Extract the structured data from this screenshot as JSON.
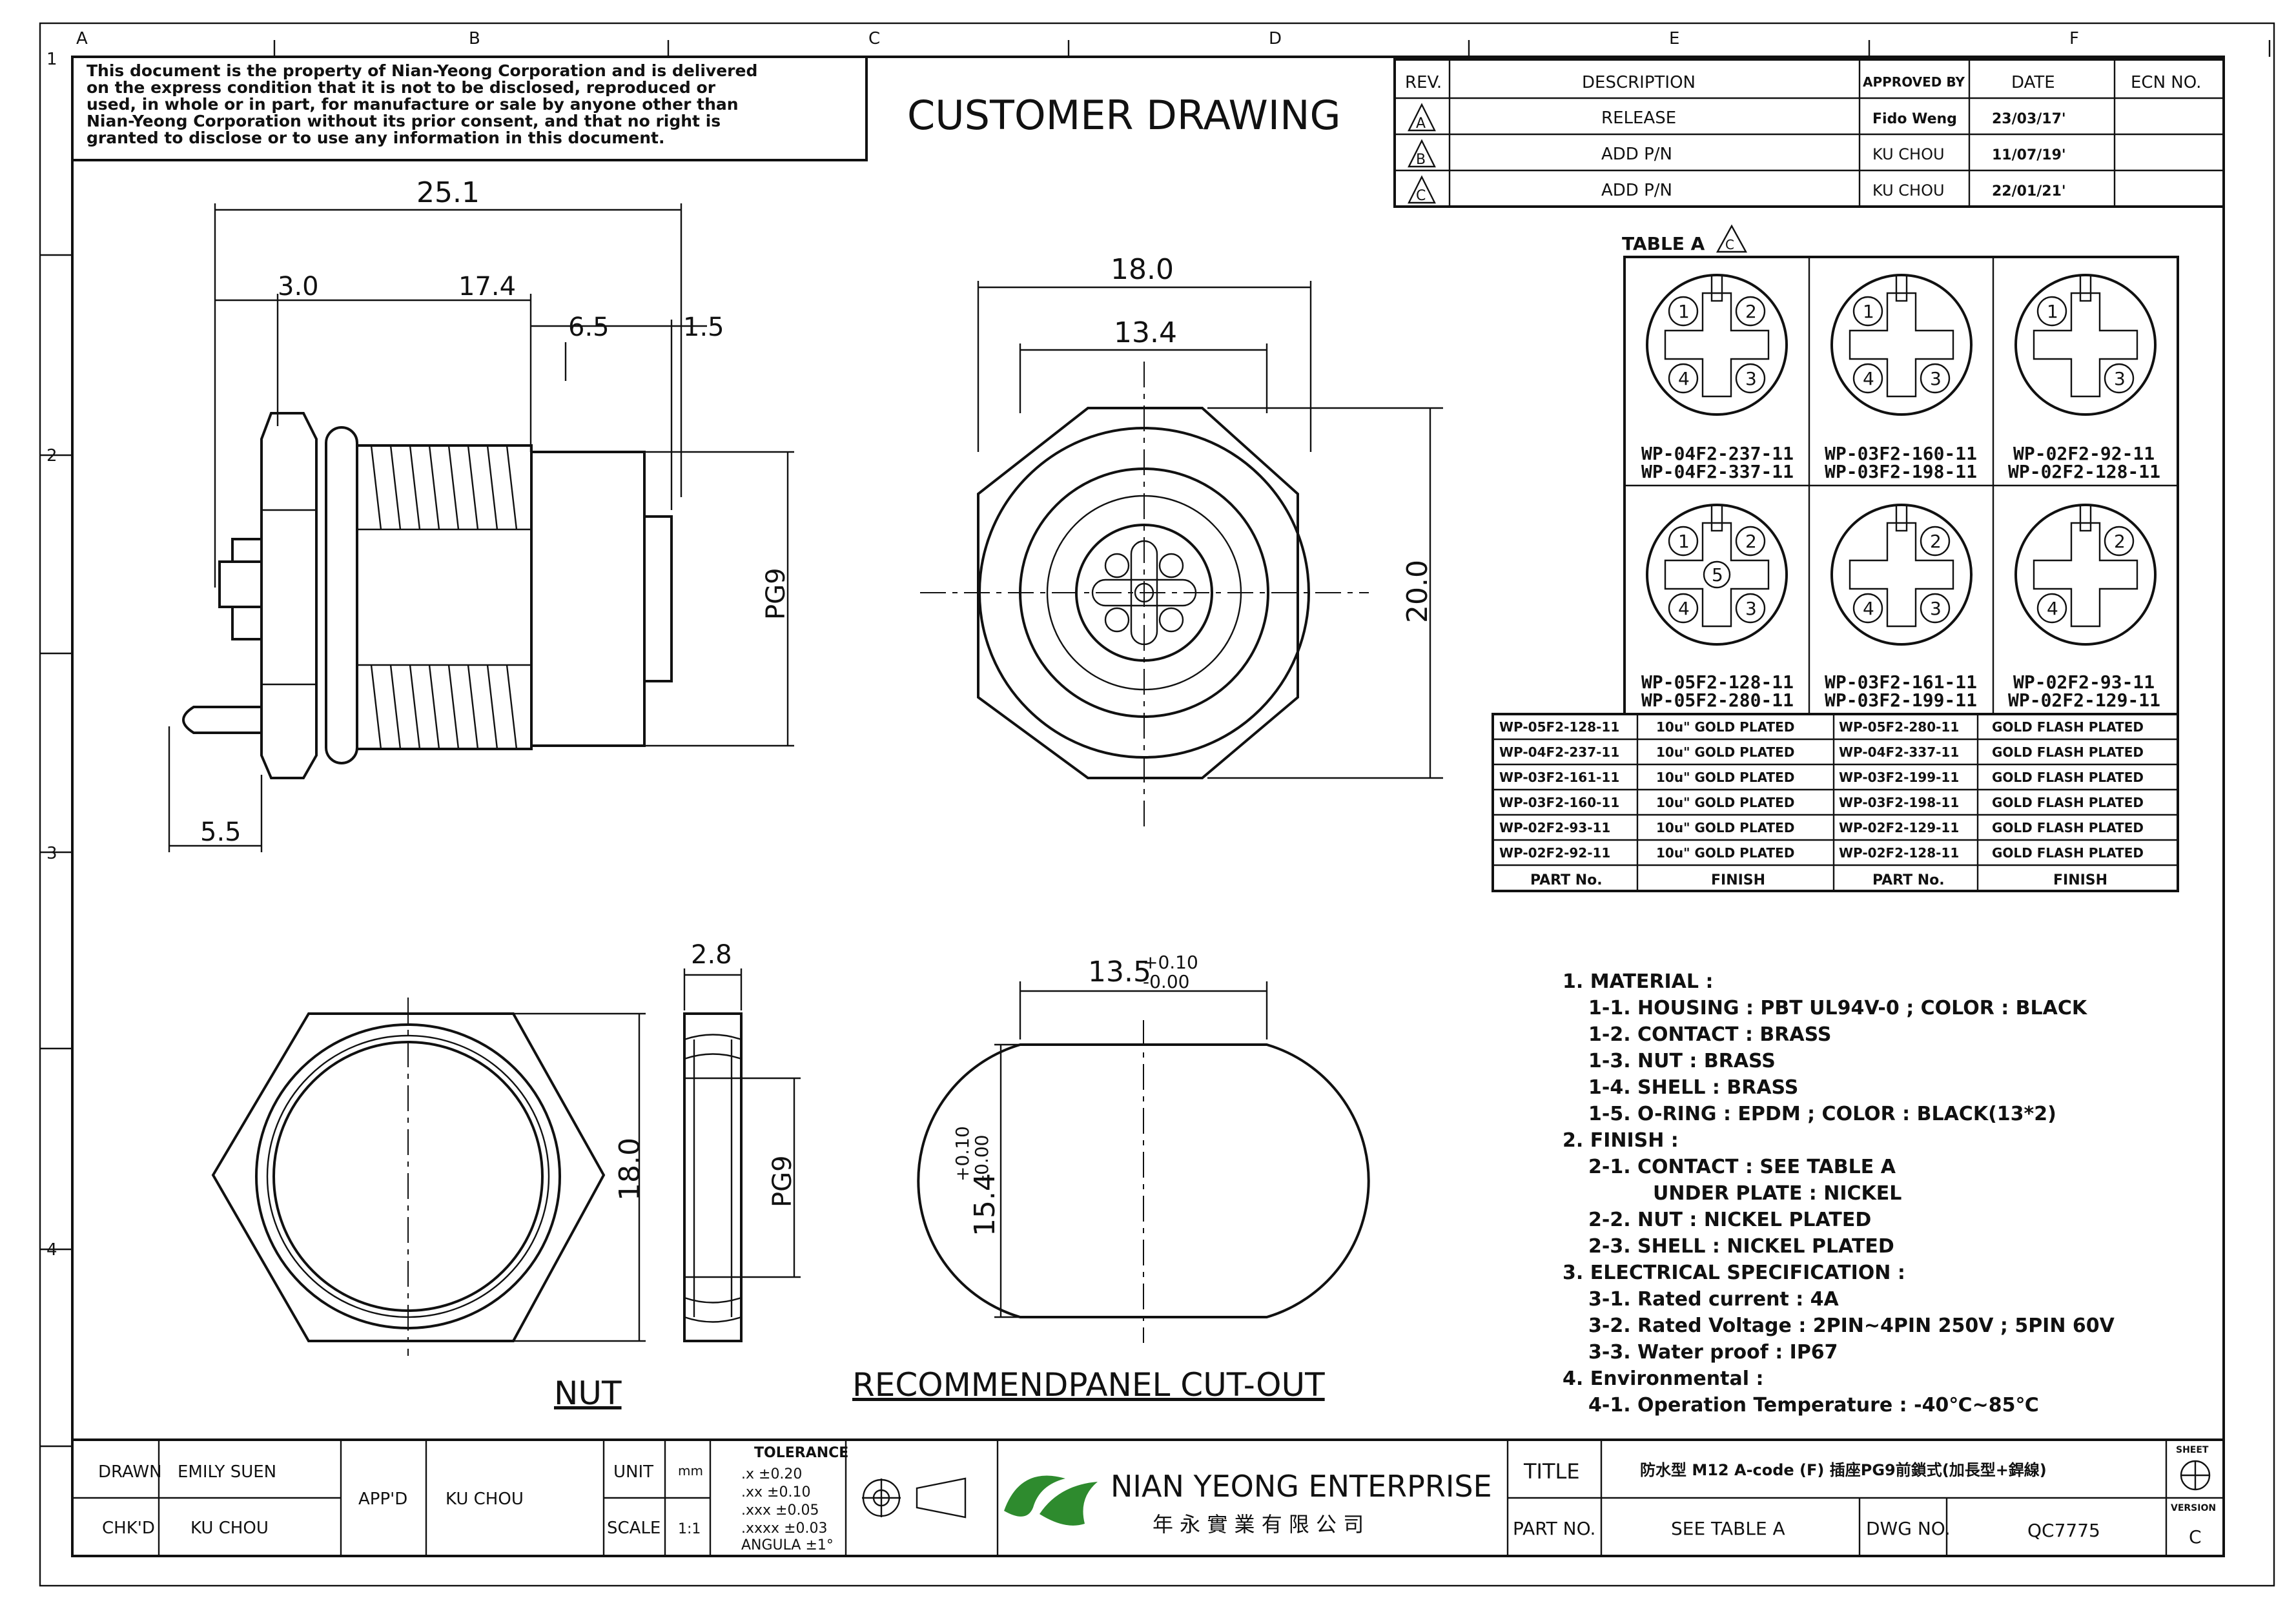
{
  "border": {
    "cols": [
      "A",
      "B",
      "C",
      "D",
      "E",
      "F"
    ],
    "rows": [
      "1",
      "2",
      "3",
      "4"
    ]
  },
  "notice": [
    "This document is the property of Nian-Yeong Corporation and is delivered",
    "on  the  express condition that it is not to be disclosed, reproduced or",
    "used, in whole or in part, for manufacture or sale by anyone other than",
    "Nian-Yeong Corporation without  its prior consent, and that  no right  is",
    "granted to disclose or to use any information in this  document."
  ],
  "title_text": "CUSTOMER  DRAWING",
  "revision": {
    "headers": [
      "REV.",
      "DESCRIPTION",
      "APPROVED BY",
      "DATE",
      "ECN NO."
    ],
    "rows": [
      {
        "rev": "A",
        "desc": "RELEASE",
        "by": "Fido Weng",
        "date": "23/03/17'",
        "ecn": ""
      },
      {
        "rev": "B",
        "desc": "ADD P/N",
        "by": "KU CHOU",
        "date": "11/07/19'",
        "ecn": ""
      },
      {
        "rev": "C",
        "desc": "ADD P/N",
        "by": "KU CHOU",
        "date": "22/01/21'",
        "ecn": ""
      }
    ]
  },
  "table_a": {
    "label": "TABLE A",
    "rev_mark": "C",
    "cells": [
      {
        "pins": [
          "1",
          "2",
          "3",
          "4"
        ],
        "pn": [
          "WP-04F2-237-11",
          "WP-04F2-337-11"
        ]
      },
      {
        "pins": [
          "1",
          "3",
          "4"
        ],
        "pn": [
          "WP-03F2-160-11",
          "WP-03F2-198-11"
        ]
      },
      {
        "pins": [
          "1",
          "3"
        ],
        "pn": [
          "WP-02F2-92-11",
          "WP-02F2-128-11"
        ]
      },
      {
        "pins": [
          "1",
          "2",
          "3",
          "4",
          "5"
        ],
        "pn": [
          "WP-05F2-128-11",
          "WP-05F2-280-11"
        ]
      },
      {
        "pins": [
          "2",
          "3",
          "4"
        ],
        "pn": [
          "WP-03F2-161-11",
          "WP-03F2-199-11"
        ]
      },
      {
        "pins": [
          "2",
          "4"
        ],
        "pn": [
          "WP-02F2-93-11",
          "WP-02F2-129-11"
        ]
      }
    ],
    "finish_rows": [
      [
        "WP-05F2-128-11",
        "10u\" GOLD PLATED",
        "WP-05F2-280-11",
        "GOLD FLASH PLATED"
      ],
      [
        "WP-04F2-237-11",
        "10u\" GOLD PLATED",
        "WP-04F2-337-11",
        "GOLD FLASH PLATED"
      ],
      [
        "WP-03F2-161-11",
        "10u\" GOLD PLATED",
        "WP-03F2-199-11",
        "GOLD FLASH PLATED"
      ],
      [
        "WP-03F2-160-11",
        "10u\" GOLD PLATED",
        "WP-03F2-198-11",
        "GOLD FLASH PLATED"
      ],
      [
        "WP-02F2-93-11",
        "10u\" GOLD PLATED",
        "WP-02F2-129-11",
        "GOLD FLASH PLATED"
      ],
      [
        "WP-02F2-92-11",
        "10u\" GOLD PLATED",
        "WP-02F2-128-11",
        "GOLD FLASH PLATED"
      ]
    ],
    "finish_headers": [
      "PART No.",
      "FINISH",
      "PART No.",
      "FINISH"
    ]
  },
  "dims": {
    "side": {
      "total": "25.1",
      "d1": "3.0",
      "d2": "17.4",
      "d3": "6.5",
      "d4": "1.5",
      "thread": "PG9",
      "pin": "5.5"
    },
    "front": {
      "w1": "18.0",
      "w2": "13.4",
      "h": "20.0"
    },
    "nut": {
      "thk": "2.8",
      "dia": "18.0",
      "thread": "PG9",
      "label": "NUT"
    },
    "cutout": {
      "w": "13.5",
      "w_tol_plus": "+0.10",
      "w_tol_minus": "-0.00",
      "h": "15.4",
      "h_tol_plus": "+0.10",
      "h_tol_minus": "-0.00",
      "label": "RECOMMENDPANEL  CUT-OUT"
    }
  },
  "notes": [
    "1. MATERIAL :",
    "1-1. HOUSING : PBT UL94V-0 ; COLOR : BLACK",
    "1-2. CONTACT : BRASS",
    "1-3. NUT : BRASS",
    "1-4. SHELL : BRASS",
    "1-5. O-RING : EPDM ; COLOR : BLACK(13*2)",
    "2. FINISH :",
    "2-1. CONTACT : SEE TABLE A",
    "UNDER PLATE : NICKEL",
    "2-2. NUT : NICKEL PLATED",
    "2-3. SHELL : NICKEL PLATED",
    "3. ELECTRICAL SPECIFICATION :",
    "3-1. Rated current : 4A",
    "3-2. Rated Voltage : 2PIN~4PIN 250V ; 5PIN 60V",
    "3-3. Water proof : IP67",
    "4. Environmental :",
    "4-1. Operation Temperature : -40℃~85℃"
  ],
  "title_block": {
    "drawn_label": "DRAWN",
    "drawn": "EMILY SUEN",
    "chkd_label": "CHK'D",
    "chkd": "KU CHOU",
    "appd_label": "APP'D",
    "appd": "KU CHOU",
    "unit_label": "UNIT",
    "unit": "mm",
    "scale_label": "SCALE",
    "scale": "1:1",
    "tol_label": "TOLERANCE",
    "tol": [
      ".x  ±0.20",
      ".xx  ±0.10",
      ".xxx  ±0.05",
      ".xxxx  ±0.03",
      "ANGULA  ±1°"
    ],
    "company": "NIAN YEONG ENTERPRISE",
    "company_cn": "年 永 實 業 有 限 公 司",
    "title_label": "TITLE",
    "title": "防水型 M12 A-code (F) 插座PG9前鎖式(加長型+銲線)",
    "partno_label": "PART NO.",
    "partno": "SEE TABLE A",
    "dwgno_label": "DWG NO.",
    "dwgno": "QC7775",
    "sheet_label": "SHEET",
    "version_label": "VERSION",
    "version": "C"
  },
  "colors": {
    "ink": "#111111",
    "logo_green": "#2e8b2e"
  }
}
